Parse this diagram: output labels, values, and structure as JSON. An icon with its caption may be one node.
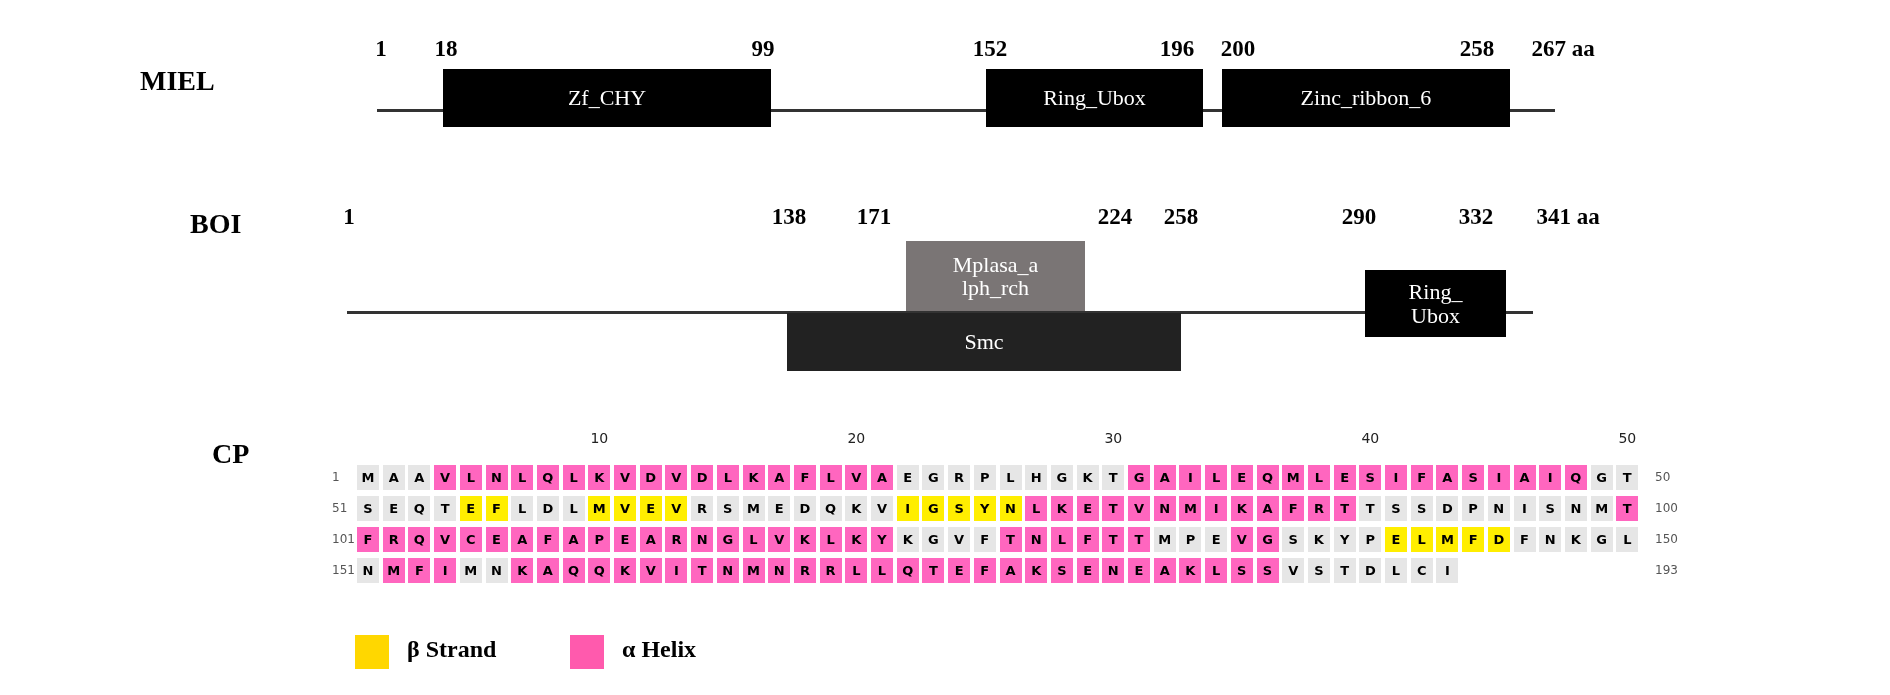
{
  "diagram": {
    "nodes": [
      {
        "text": [
          "Zf_CHY"
        ]
      },
      {
        "text": [
          "Ring_Ubox"
        ]
      },
      {
        "text": [
          "Zinc_ribbon_6"
        ]
      },
      {
        "text": [
          "Mplasa_a lph_rch"
        ]
      },
      {
        "text": [
          "Smc"
        ]
      },
      {
        "text": [
          "Ring_ Ubox"
        ]
      }
    ],
    "edges": [],
    "labels": [
      "MIEL",
      "1",
      "18",
      "99",
      "152",
      "196",
      "200",
      "258",
      "267 aa",
      "BOI",
      "1",
      "138",
      "171",
      "224",
      "258",
      "290",
      "332",
      "341 aa",
      "CP",
      "10",
      "20",
      "30",
      "40",
      "50",
      "1",
      "M",
      "A",
      "A",
      "V",
      "L",
      "N",
      "L",
      "Q",
      "L",
      "K",
      "V",
      "D",
      "V",
      "D",
      "L",
      "K",
      "A",
      "F",
      "L",
      "V",
      "A",
      "E",
      "G",
      "R",
      "P",
      "L",
      "H",
      "G",
      "K",
      "T",
      "G",
      "A",
      "I",
      "L",
      "E",
      "Q",
      "M",
      "L",
      "E",
      "S",
      "I",
      "F",
      "A",
      "S",
      "I",
      "A",
      "I",
      "Q",
      "G",
      "T",
      "50",
      "51",
      "S",
      "E",
      "Q",
      "T",
      "E",
      "F",
      "L",
      "D",
      "L",
      "M",
      "V",
      "E",
      "V",
      "R",
      "S",
      "M",
      "E",
      "D",
      "Q",
      "K",
      "V",
      "I",
      "G",
      "S",
      "Y",
      "N",
      "L",
      "K",
      "E",
      "T",
      "V",
      "N",
      "M",
      "I",
      "K",
      "A",
      "F",
      "R",
      "T",
      "T",
      "S",
      "S",
      "D",
      "P",
      "N",
      "I",
      "S",
      "N",
      "M",
      "T",
      "100",
      "101",
      "F",
      "R",
      "Q",
      "V",
      "C",
      "E",
      "A",
      "F",
      "A",
      "P",
      "E",
      "A",
      "R",
      "N",
      "G",
      "L",
      "V",
      "K",
      "L",
      "K",
      "Y",
      "K",
      "G",
      "V",
      "F",
      "T",
      "N",
      "L",
      "F",
      "T",
      "T",
      "M",
      "P",
      "E",
      "V",
      "G",
      "S",
      "K",
      "Y",
      "P",
      "E",
      "L",
      "M",
      "F",
      "D",
      "F",
      "N",
      "K",
      "G",
      "L",
      "150",
      "151",
      "N",
      "M",
      "F",
      "I",
      "M",
      "N",
      "K",
      "A",
      "Q",
      "Q",
      "K",
      "V",
      "I",
      "T",
      "N",
      "M",
      "N",
      "R",
      "R",
      "L",
      "L",
      "Q",
      "T",
      "E",
      "F",
      "A",
      "K",
      "S",
      "E",
      "N",
      "E",
      "A",
      "K",
      "L",
      "S",
      "S",
      "V",
      "S",
      "T",
      "D",
      "L",
      "C",
      "I",
      "193"
    ],
    "legend": [
      {
        "text": "β Strand",
        "color": "#ffd700"
      },
      {
        "text": "α Helix",
        "color": "#ff5aad"
      }
    ]
  }
}
